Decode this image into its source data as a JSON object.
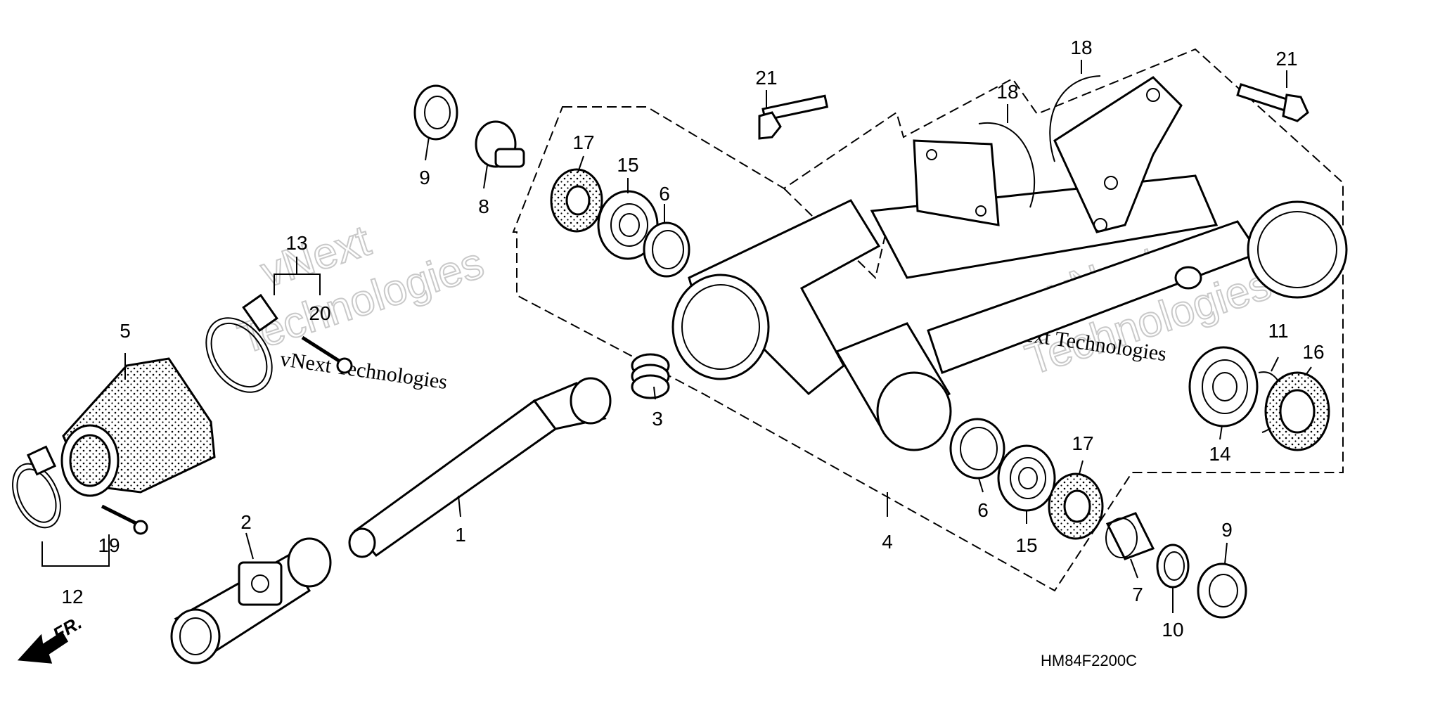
{
  "diagram": {
    "code": "HM84F2200C",
    "direction_label": "FR.",
    "watermark": {
      "line1": "vNext",
      "line2": "Technologies",
      "small": "vNext Technologies"
    },
    "callouts": {
      "c1": "1",
      "c2": "2",
      "c3": "3",
      "c4": "4",
      "c5": "5",
      "c6a": "6",
      "c6b": "6",
      "c7": "7",
      "c8": "8",
      "c9a": "9",
      "c9b": "9",
      "c10": "10",
      "c11": "11",
      "c12": "12",
      "c13": "13",
      "c14": "14",
      "c15a": "15",
      "c15b": "15",
      "c16": "16",
      "c17a": "17",
      "c17b": "17",
      "c18a": "18",
      "c18b": "18",
      "c19": "19",
      "c20": "20",
      "c21a": "21",
      "c21b": "21"
    }
  }
}
